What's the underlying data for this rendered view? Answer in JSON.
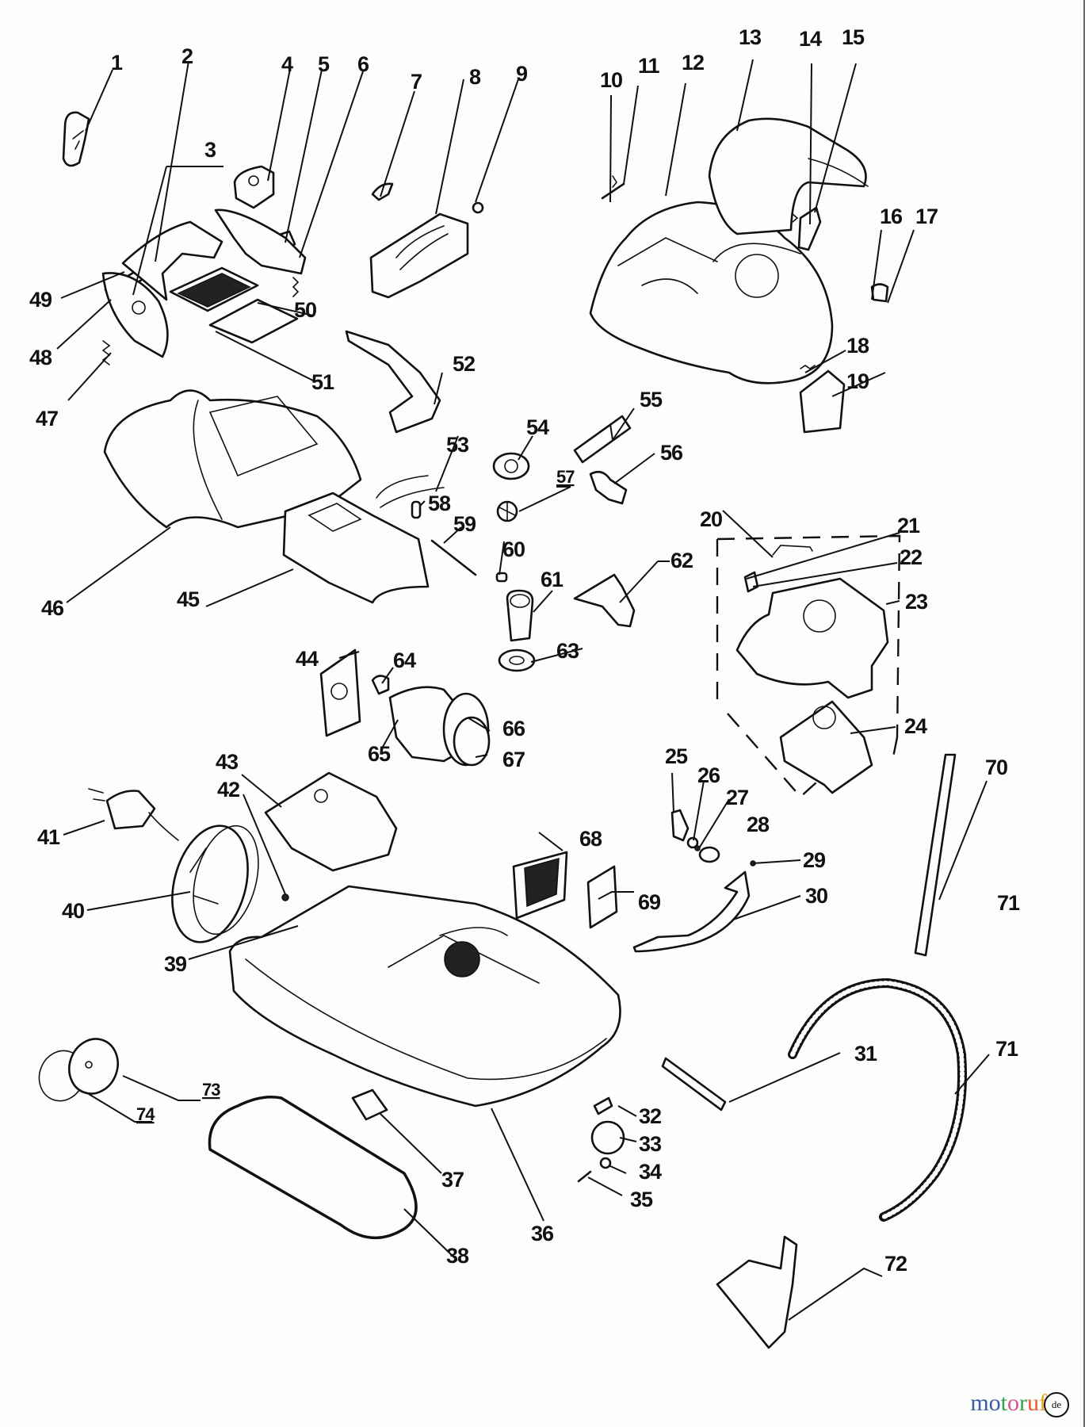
{
  "diagram": {
    "title": "Vacuum cleaner exploded parts diagram",
    "callouts": [
      {
        "id": "1",
        "text": "1"
      },
      {
        "id": "2",
        "text": "2"
      },
      {
        "id": "3",
        "text": "3"
      },
      {
        "id": "4",
        "text": "4"
      },
      {
        "id": "5",
        "text": "5"
      },
      {
        "id": "6",
        "text": "6"
      },
      {
        "id": "7",
        "text": "7"
      },
      {
        "id": "8",
        "text": "8"
      },
      {
        "id": "9",
        "text": "9"
      },
      {
        "id": "10",
        "text": "10"
      },
      {
        "id": "11",
        "text": "11"
      },
      {
        "id": "12",
        "text": "12"
      },
      {
        "id": "13",
        "text": "13"
      },
      {
        "id": "14",
        "text": "14"
      },
      {
        "id": "15",
        "text": "15"
      },
      {
        "id": "16",
        "text": "16"
      },
      {
        "id": "17",
        "text": "17"
      },
      {
        "id": "18",
        "text": "18"
      },
      {
        "id": "19",
        "text": "19"
      },
      {
        "id": "20",
        "text": "20"
      },
      {
        "id": "21",
        "text": "21"
      },
      {
        "id": "22",
        "text": "22"
      },
      {
        "id": "23",
        "text": "23"
      },
      {
        "id": "24",
        "text": "24"
      },
      {
        "id": "25",
        "text": "25"
      },
      {
        "id": "26",
        "text": "26"
      },
      {
        "id": "27",
        "text": "27"
      },
      {
        "id": "28",
        "text": "28"
      },
      {
        "id": "29",
        "text": "29"
      },
      {
        "id": "30",
        "text": "30"
      },
      {
        "id": "31",
        "text": "31"
      },
      {
        "id": "32",
        "text": "32"
      },
      {
        "id": "33",
        "text": "33"
      },
      {
        "id": "34",
        "text": "34"
      },
      {
        "id": "35",
        "text": "35"
      },
      {
        "id": "36",
        "text": "36"
      },
      {
        "id": "37",
        "text": "37"
      },
      {
        "id": "38",
        "text": "38"
      },
      {
        "id": "39",
        "text": "39"
      },
      {
        "id": "40",
        "text": "40"
      },
      {
        "id": "41",
        "text": "41"
      },
      {
        "id": "42",
        "text": "42"
      },
      {
        "id": "43",
        "text": "43"
      },
      {
        "id": "44",
        "text": "44"
      },
      {
        "id": "45",
        "text": "45"
      },
      {
        "id": "46",
        "text": "46"
      },
      {
        "id": "47",
        "text": "47"
      },
      {
        "id": "48",
        "text": "48"
      },
      {
        "id": "49",
        "text": "49"
      },
      {
        "id": "50",
        "text": "50"
      },
      {
        "id": "51",
        "text": "51"
      },
      {
        "id": "52",
        "text": "52"
      },
      {
        "id": "53",
        "text": "53"
      },
      {
        "id": "54",
        "text": "54"
      },
      {
        "id": "55",
        "text": "55"
      },
      {
        "id": "56",
        "text": "56"
      },
      {
        "id": "57",
        "text": "57"
      },
      {
        "id": "58",
        "text": "58"
      },
      {
        "id": "59",
        "text": "59"
      },
      {
        "id": "60",
        "text": "60"
      },
      {
        "id": "61",
        "text": "61"
      },
      {
        "id": "62",
        "text": "62"
      },
      {
        "id": "63",
        "text": "63"
      },
      {
        "id": "64",
        "text": "64"
      },
      {
        "id": "65",
        "text": "65"
      },
      {
        "id": "66",
        "text": "66"
      },
      {
        "id": "67",
        "text": "67"
      },
      {
        "id": "68",
        "text": "68"
      },
      {
        "id": "69",
        "text": "69"
      },
      {
        "id": "70",
        "text": "70"
      },
      {
        "id": "71a",
        "text": "71"
      },
      {
        "id": "71b",
        "text": "71"
      },
      {
        "id": "72",
        "text": "72"
      },
      {
        "id": "73",
        "text": "73"
      },
      {
        "id": "74",
        "text": "74"
      }
    ]
  },
  "watermark": {
    "letters": [
      {
        "ch": "m",
        "color": "#3b5ba8"
      },
      {
        "ch": "o",
        "color": "#3b5ba8"
      },
      {
        "ch": "t",
        "color": "#3aa04a"
      },
      {
        "ch": "o",
        "color": "#e0508c"
      },
      {
        "ch": "r",
        "color": "#3aa04a"
      },
      {
        "ch": "u",
        "color": "#e8582a"
      },
      {
        "ch": "f",
        "color": "#f0a020"
      }
    ],
    "badge": "de"
  }
}
